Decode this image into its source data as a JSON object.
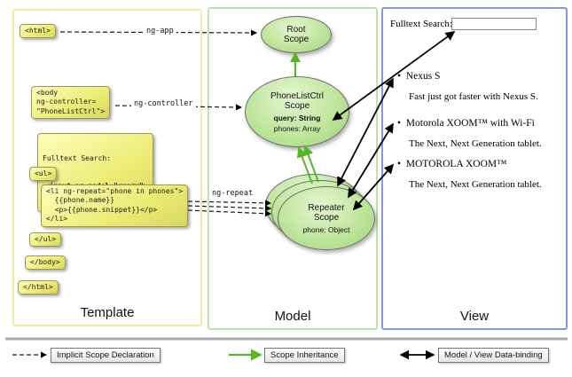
{
  "columns": {
    "template": "Template",
    "model": "Model",
    "view": "View"
  },
  "code": {
    "html_open": "<html>",
    "body_open": "<body\nng-controller=\n\"PhoneListCtrl\">",
    "fulltext_label": "Fulltext Search:",
    "input_code": "<input ng-model=\"query\">",
    "ul_open": "<ul>",
    "li_repeat": "<li ng-repeat=\"phone in phones\">\n  {{phone.name}}\n  <p>{{phone.snippet}}</p>\n</li>",
    "ul_close": "</ul>",
    "body_close": "</body>",
    "html_close": "</html>"
  },
  "arrows": {
    "ng_app": "ng-app",
    "ng_controller": "ng-controller",
    "ng_repeat": "ng-repeat"
  },
  "model": {
    "root_scope": "Root\nScope",
    "phonelist_title": "PhoneListCtrl\nScope",
    "phonelist_query": "query: String",
    "phonelist_phones": "phones: Array",
    "repeater_title": "Repeater\nScope",
    "repeater_phone": "phone: Object"
  },
  "view": {
    "fulltext_label": "Fulltext Search:",
    "search_value": "",
    "items": [
      {
        "title": "Nexus S",
        "desc": "Fast just got faster with Nexus S."
      },
      {
        "title": "Motorola XOOM™ with Wi-Fi",
        "desc": "The Next, Next Generation tablet."
      },
      {
        "title": "MOTOROLA XOOM™",
        "desc": "The Next, Next Generation tablet."
      }
    ]
  },
  "legend": {
    "implicit": "Implicit Scope Declaration",
    "inheritance": "Scope Inheritance",
    "binding": "Model / View Data-binding"
  },
  "colors": {
    "green_arrow": "#53b822",
    "code_box_top": "#fdfdbb",
    "code_box_bottom": "#d6d663",
    "scope_fill": "#bfe69c",
    "template_border": "#eeeea8",
    "model_border": "#bce5a9",
    "view_border": "#8a94d8"
  }
}
